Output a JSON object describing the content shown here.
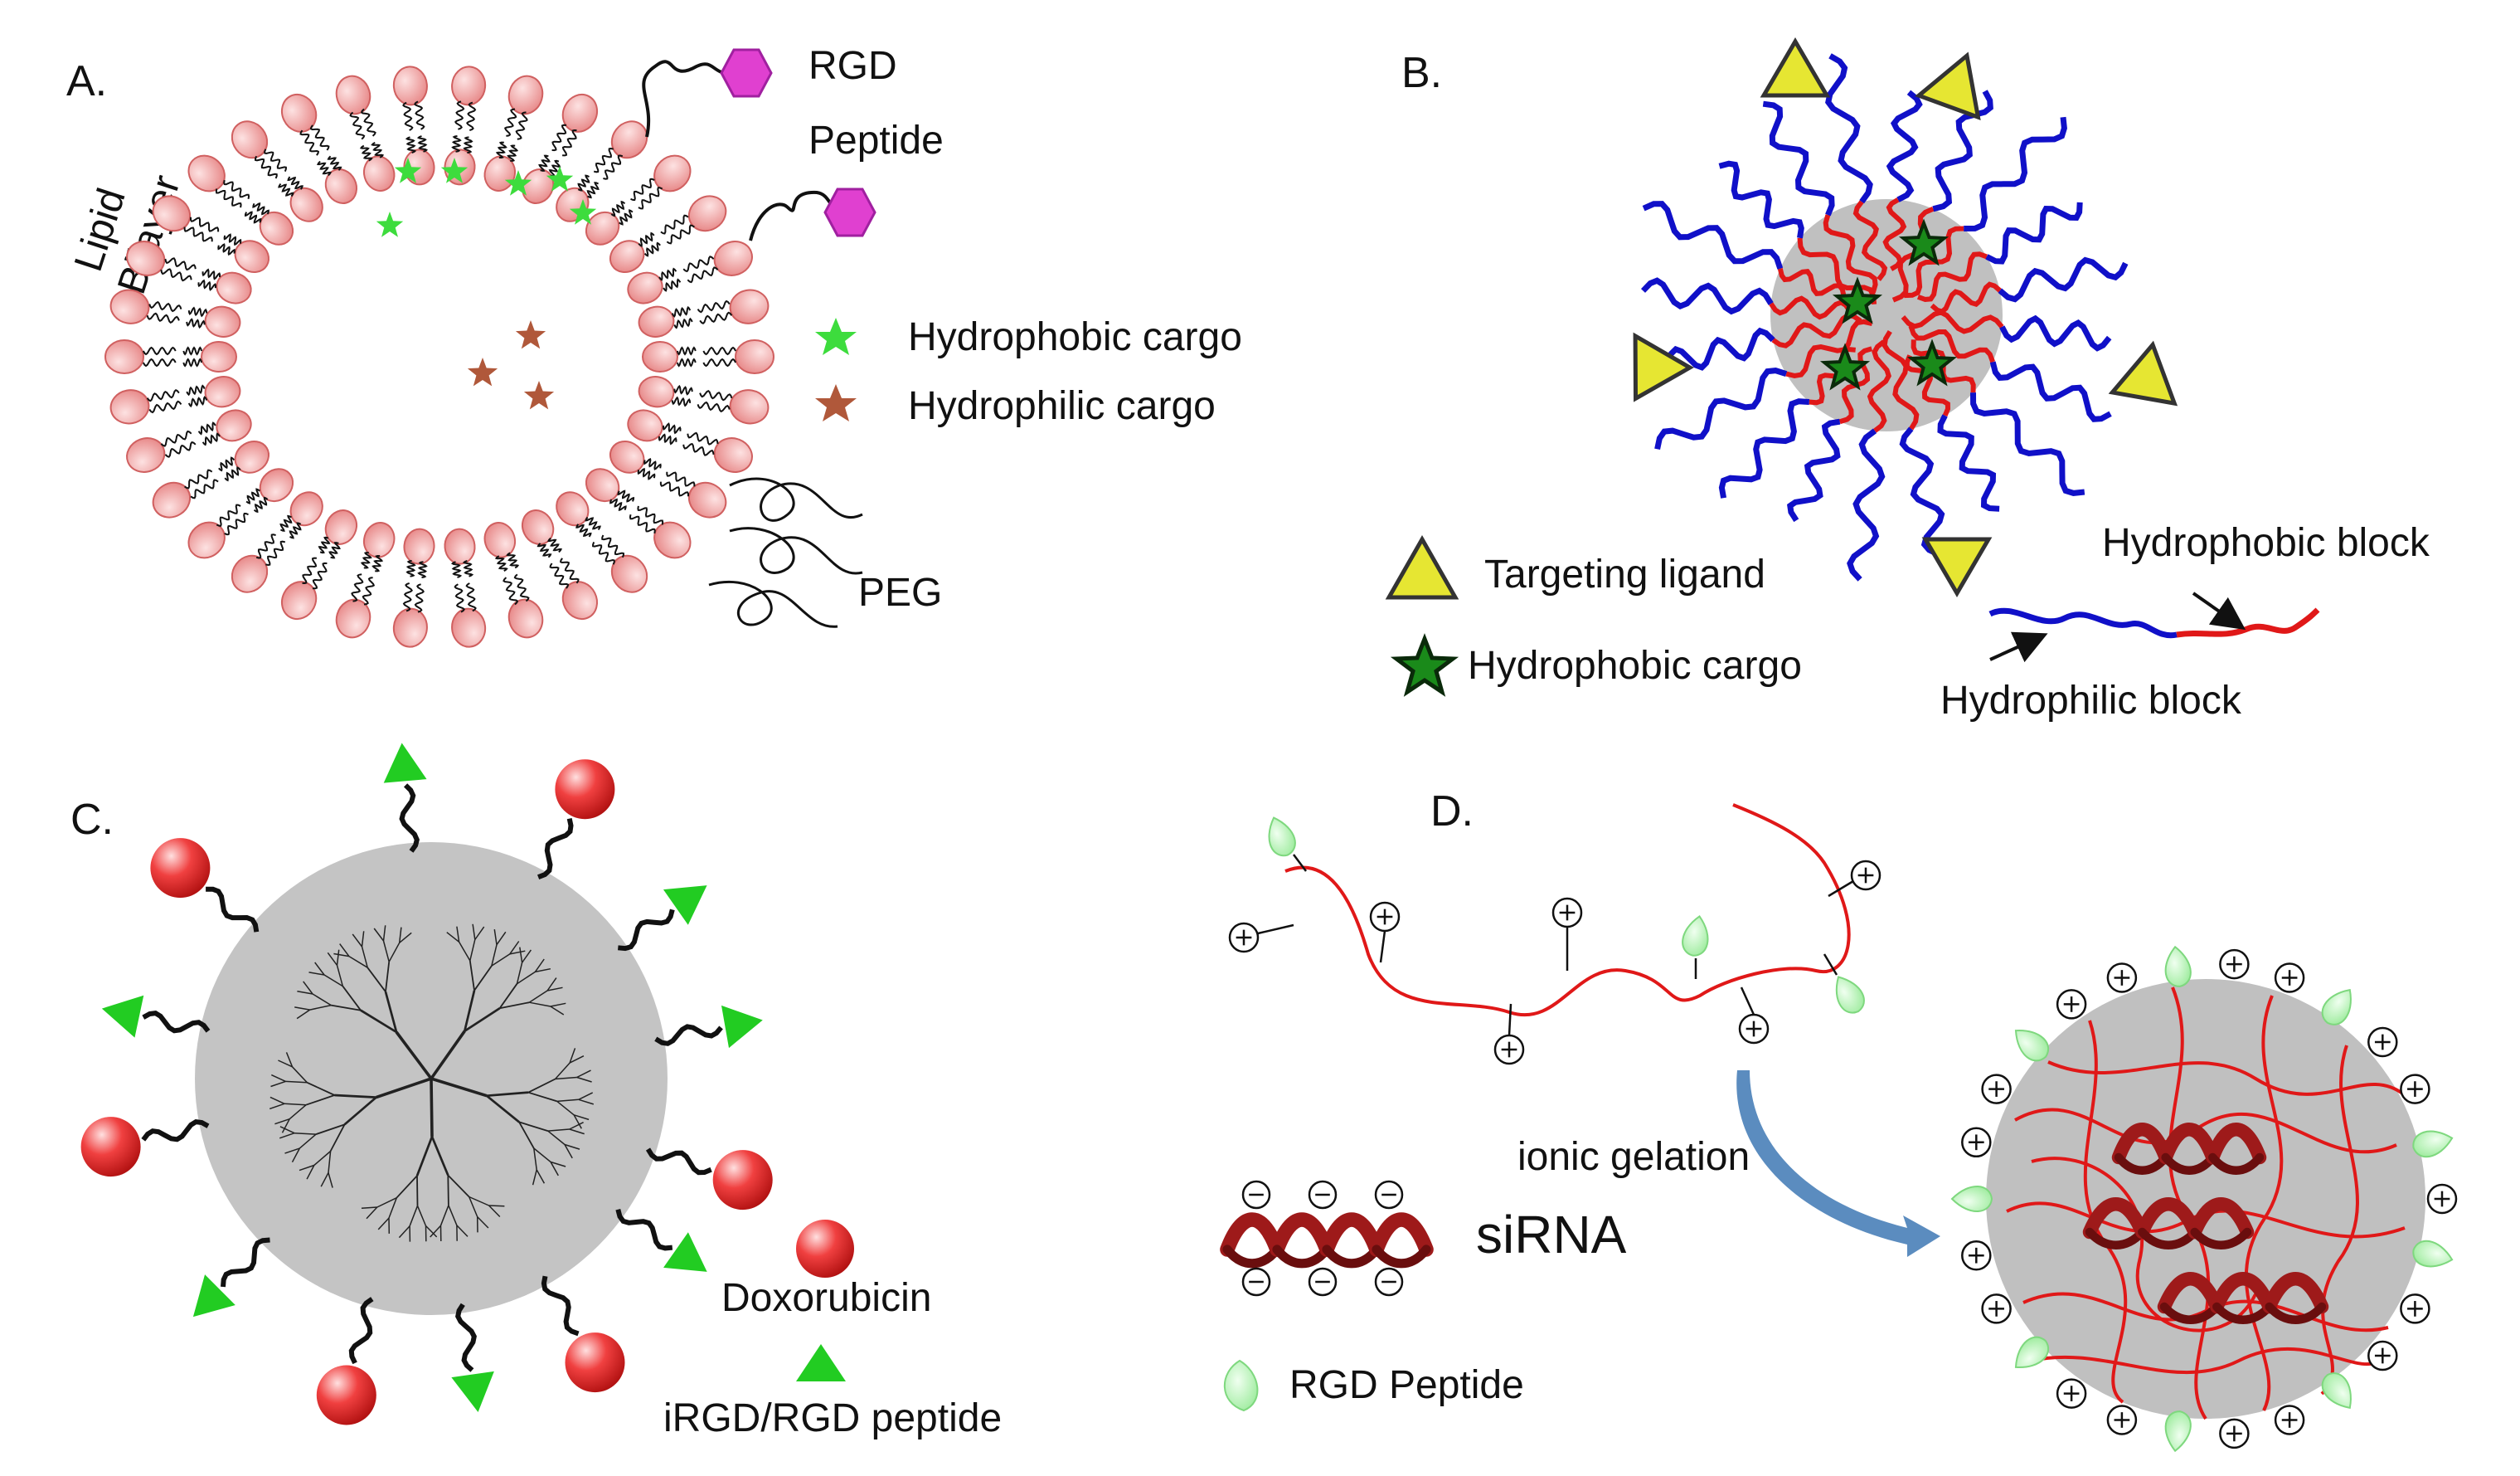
{
  "panel_a": {
    "letter": "A.",
    "bilayer_line1": "Lipid",
    "bilayer_line2": "Bilayer",
    "rgd_line1": "RGD",
    "rgd_line2": "Peptide",
    "legend_hydrophobic": "Hydrophobic cargo",
    "legend_hydrophilic": "Hydrophilic cargo",
    "peg": "PEG"
  },
  "panel_b": {
    "letter": "B.",
    "legend_ligand": "Targeting ligand",
    "legend_cargo": "Hydrophobic cargo",
    "hydrophobic_block": "Hydrophobic block",
    "hydrophilic_block": "Hydrophilic block"
  },
  "panel_c": {
    "letter": "C.",
    "legend_dox": "Doxorubicin",
    "legend_peptide": "iRGD/RGD peptide"
  },
  "panel_d": {
    "letter": "D.",
    "gelation": "ionic gelation",
    "sirna": "siRNA",
    "rgd": "RGD Peptide"
  },
  "colors": {
    "lipid_head": "#f2a3a3",
    "lipid_head_edge": "#c0504d",
    "hydrophobic_star": "#3ddc3d",
    "hydrophilic_star": "#b0583a",
    "rgd_hexagon": "#e040d0",
    "hydrophilic_chain": "#1010c8",
    "hydrophobic_chain": "#e01818",
    "ligand_yellow": "#e6e632",
    "core_gray": "#c0c0c0",
    "green_triangle": "#22cc22",
    "dox_red": "#e02020",
    "sirna_dark_red": "#9e1a1a",
    "gelation_arrow": "#5588bb"
  }
}
